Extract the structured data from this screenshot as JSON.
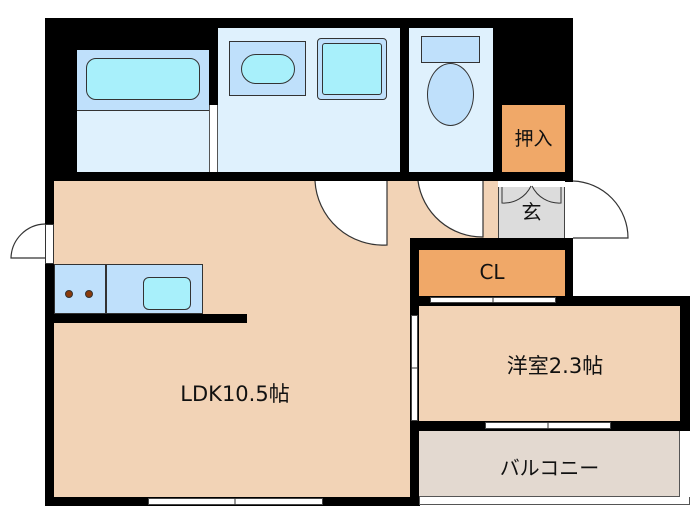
{
  "floorplan": {
    "rooms": {
      "ldk": {
        "label": "LDK10.5帖"
      },
      "western_room": {
        "label": "洋室2.3帖"
      },
      "closet": {
        "label": "CL"
      },
      "oshiire": {
        "label": "押入"
      },
      "entrance": {
        "label": "玄"
      },
      "balcony": {
        "label": "バルコニー"
      }
    },
    "colors": {
      "wall": "#000000",
      "living": "#f2d3b6",
      "storage": "#f0a868",
      "wet_area": "#dff1fd",
      "fixture": "#bfe0fb",
      "basin": "#a8f0fb",
      "entrance": "#dcdcdc",
      "balcony": "#e3d9d0",
      "stove_burner": "#8a3a0a"
    }
  }
}
